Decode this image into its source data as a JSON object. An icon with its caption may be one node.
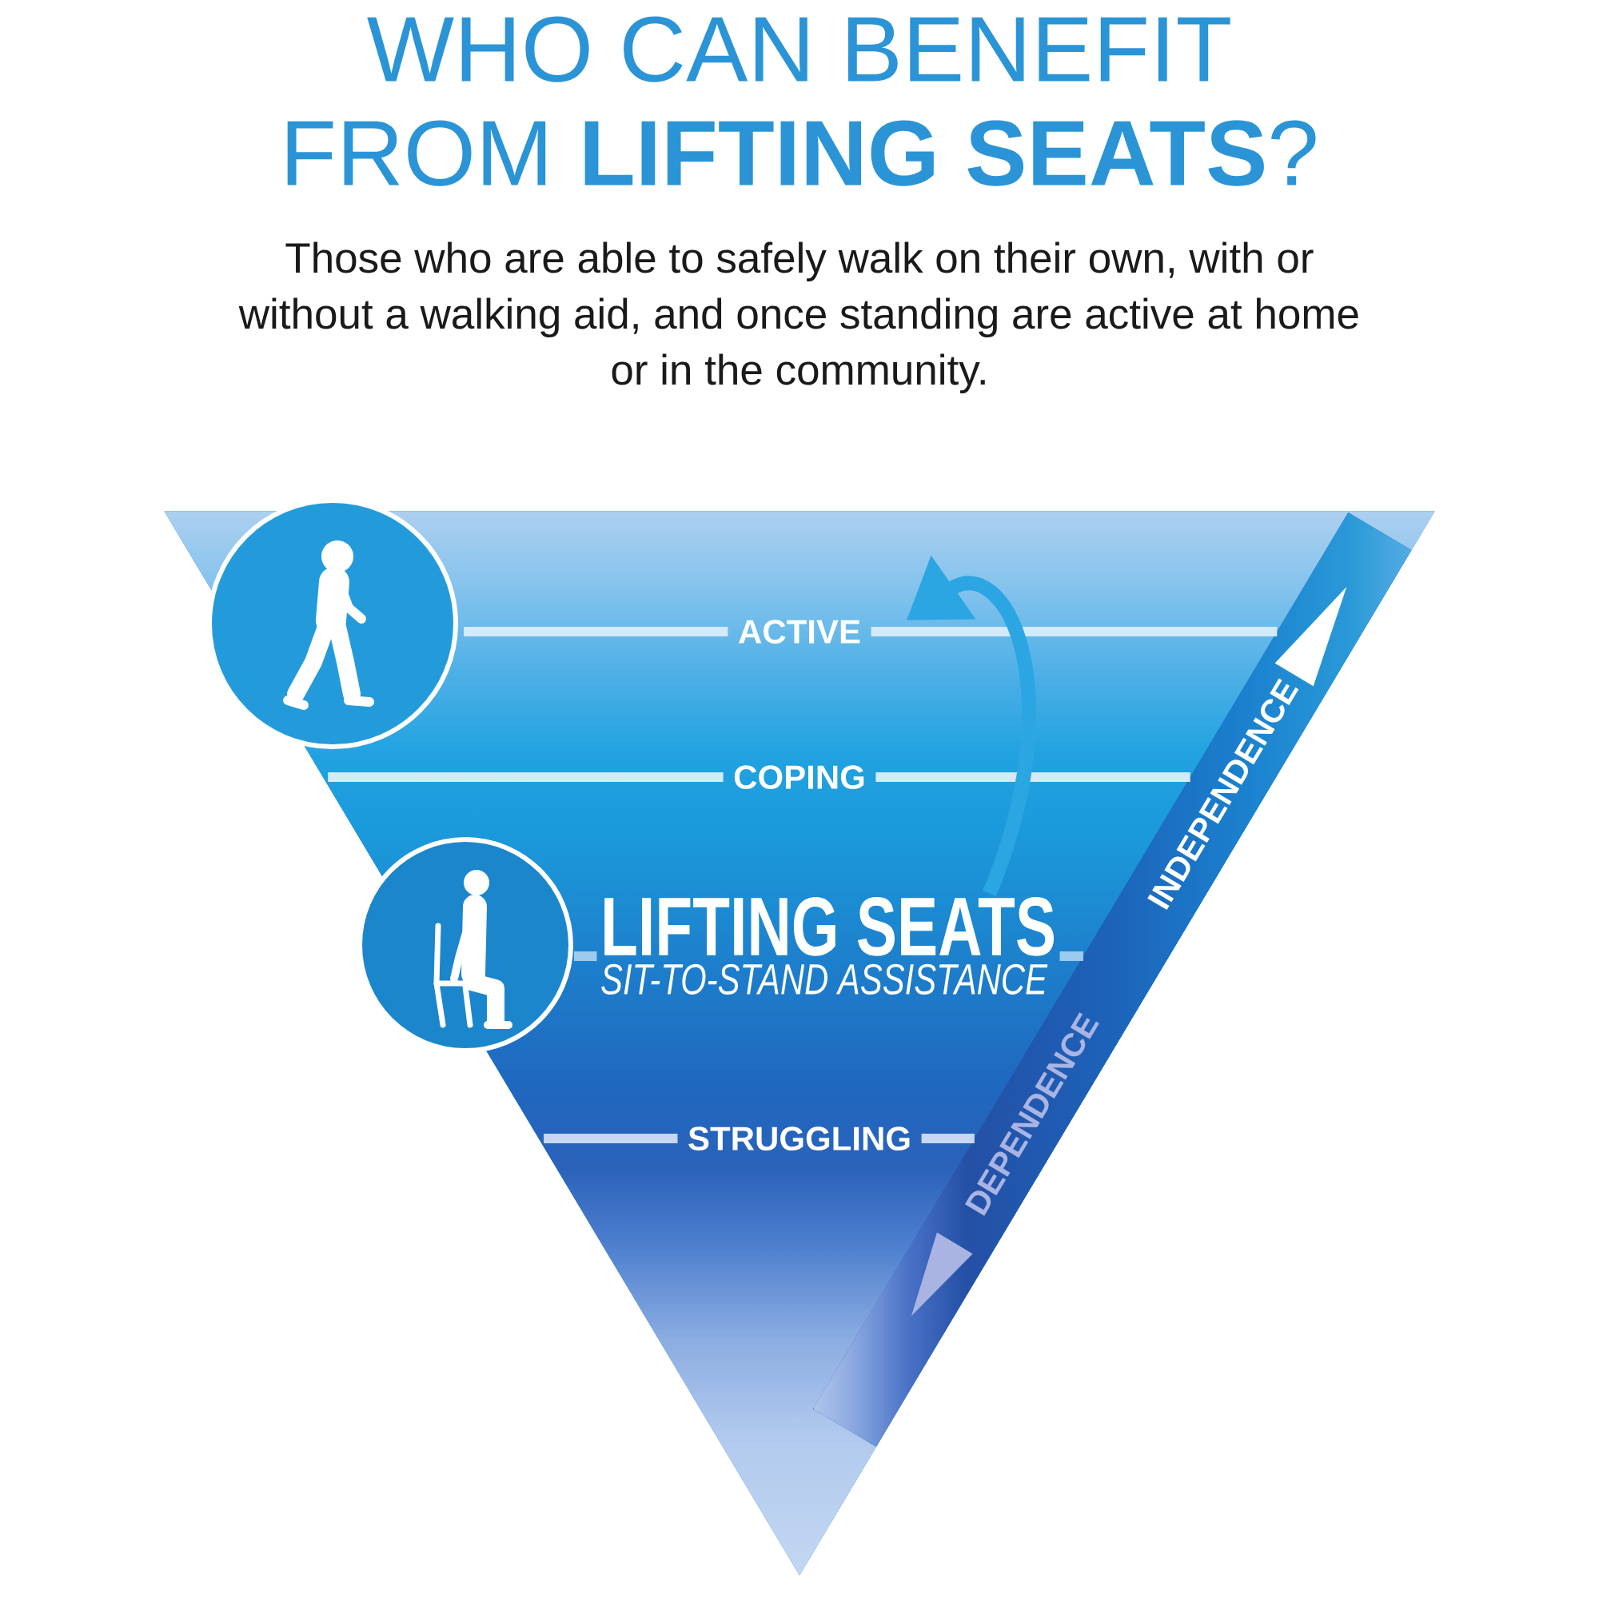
{
  "diagram": {
    "title": "WHO CAN BENEFIT FROM **LIFTING SEATS**?",
    "nodes": [
      {
        "text": [],
        "shape": "triangle"
      },
      {
        "text": [
          "ACTIVE"
        ],
        "in": 0
      },
      {
        "text": [
          "COPING"
        ],
        "in": 0
      },
      {
        "text": [
          "LIFTING SEATS",
          "SIT-TO-STAND ASSISTANCE"
        ],
        "in": 0
      },
      {
        "text": [
          "STRUGGLING"
        ],
        "in": 0
      }
    ],
    "edges": [
      {
        "from": 3,
        "to": 1,
        "arrow": "to"
      }
    ],
    "labels": [
      "Those who are able to safely walk on their own, with or without a walking aid, and once standing are active at home or in the community.",
      "INDEPENDENCE",
      "DEPENDENCE"
    ]
  }
}
